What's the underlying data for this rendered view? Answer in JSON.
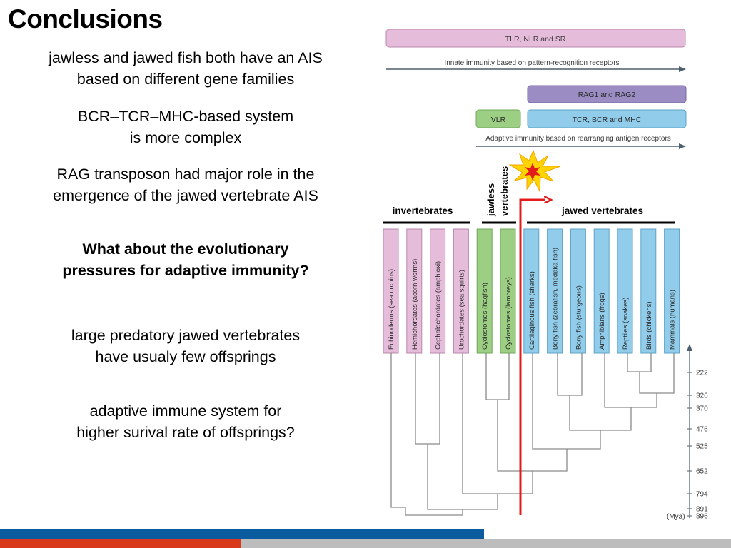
{
  "slide": {
    "title": "Conclusions",
    "bullets": [
      {
        "line1": "jawless and jawed fish both have an  AIS",
        "line2": "based on different gene families"
      },
      {
        "line1": "BCR–TCR–MHC-based system",
        "line2": "is more complex"
      },
      {
        "line1": "RAG transposon had major role in the",
        "line2": "emergence of the jawed vertebrate AIS"
      },
      {
        "line1": "What about the evolutionary",
        "line2": "pressures for adaptive immunity?"
      },
      {
        "line1": "large predatory jawed vertebrates",
        "line2": "have usualy few offsprings"
      },
      {
        "line1": "adaptive immune system for",
        "line2": "higher surival rate of offsprings?"
      }
    ]
  },
  "figure": {
    "bars": {
      "innate_receptors": "TLR, NLR and SR",
      "innate_arrow": "Innate immunity based on pattern-recognition receptors",
      "rag": "RAG1 and RAG2",
      "vlr": "VLR",
      "tcr_bcr_mhc": "TCR, BCR and MHC",
      "adaptive_arrow": "Adaptive immunity based on rearranging antigen receptors"
    },
    "groups": {
      "invertebrates": "invertebrates",
      "jawless_line1": "jawless",
      "jawless_line2": "vertebrates",
      "jawed": "jawed vertebrates"
    },
    "taxa": [
      {
        "label": "Echinoderms (sea urchins)",
        "group": "invertebrate"
      },
      {
        "label": "Hemichordates (acorn worms)",
        "group": "invertebrate"
      },
      {
        "label": "Cephalochordates (amphioxi)",
        "group": "invertebrate"
      },
      {
        "label": "Urochordates (sea squirts)",
        "group": "invertebrate"
      },
      {
        "label": "Cyclostomes (hagfish)",
        "group": "jawless"
      },
      {
        "label": "Cyclostomes (lampreys)",
        "group": "jawless"
      },
      {
        "label": "Cartilaginous fish (sharks)",
        "group": "jawed"
      },
      {
        "label": "Bony fish (zebrafish, medaka fish)",
        "group": "jawed"
      },
      {
        "label": "Bony fish (sturgeons)",
        "group": "jawed"
      },
      {
        "label": "Amphibians (frogs)",
        "group": "jawed"
      },
      {
        "label": "Reptiles (snakes)",
        "group": "jawed"
      },
      {
        "label": "Birds (chickens)",
        "group": "jawed"
      },
      {
        "label": "Mammals (humans)",
        "group": "jawed"
      }
    ],
    "time_axis": {
      "unit": "(Mya)",
      "ticks": [
        "222",
        "326",
        "370",
        "476",
        "525",
        "652",
        "794",
        "891",
        "896"
      ]
    },
    "colors": {
      "innate": "#e6bcdb",
      "rag": "#9b8cc4",
      "vlr": "#9ccf84",
      "jawed": "#91cdea",
      "arrow": "#4d5f6e",
      "highlight": "#e31b1b"
    }
  }
}
